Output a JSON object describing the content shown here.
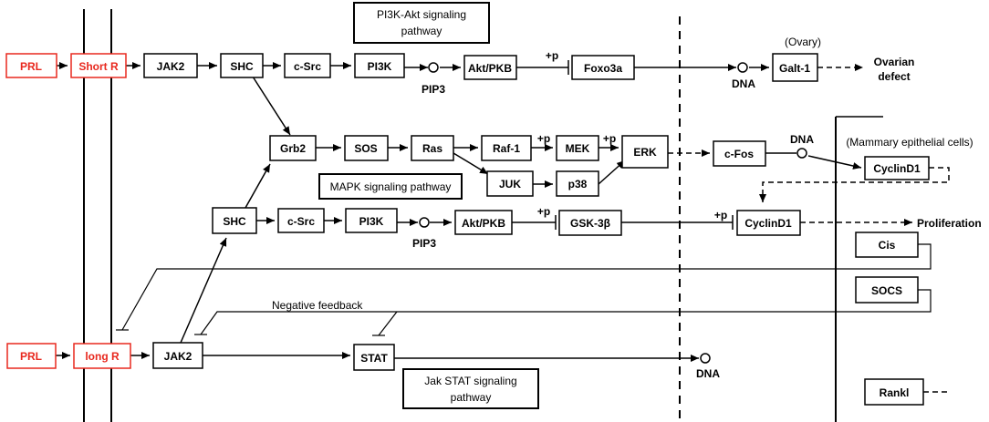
{
  "pathways": {
    "pi3k_akt": [
      "PI3K-Akt signaling",
      "pathway"
    ],
    "mapk": "MAPK signaling pathway",
    "jak_stat": [
      "Jak STAT signaling",
      "pathway"
    ]
  },
  "nodes": {
    "prl_top": "PRL",
    "short_r": "Short R",
    "jak2_top": "JAK2",
    "shc_top": "SHC",
    "csrc_top": "c-Src",
    "pi3k_top": "PI3K",
    "akt_top": "Akt/PKB",
    "foxo3a": "Foxo3a",
    "galt1": "Galt-1",
    "grb2": "Grb2",
    "sos": "SOS",
    "ras": "Ras",
    "raf1": "Raf-1",
    "mek": "MEK",
    "erk": "ERK",
    "juk": "JUK",
    "p38": "p38",
    "cfos": "c-Fos",
    "cyclind1_a": "CyclinD1",
    "shc_mid": "SHC",
    "csrc_mid": "c-Src",
    "pi3k_mid": "PI3K",
    "akt_mid": "Akt/PKB",
    "gsk3b": "GSK-3β",
    "cyclind1_b": "CyclinD1",
    "cis": "Cis",
    "socs": "SOCS",
    "rankl": "Rankl",
    "prl_bottom": "PRL",
    "long_r": "long R",
    "jak2_bottom": "JAK2",
    "stat": "STAT"
  },
  "labels": {
    "pip3_top": "PIP3",
    "pip3_mid": "PIP3",
    "dna_top": "DNA",
    "dna_mid": "DNA",
    "dna_bottom": "DNA",
    "ovary": "(Ovary)",
    "ovarian_defect": [
      "Ovarian",
      "defect"
    ],
    "mammary": "(Mammary epithelial cells)",
    "proliferation": "Proliferation",
    "negative_feedback": "Negative feedback",
    "plus_p": "+p"
  },
  "colors": {
    "receptor_red": "#e8281e",
    "line": "#000000"
  }
}
